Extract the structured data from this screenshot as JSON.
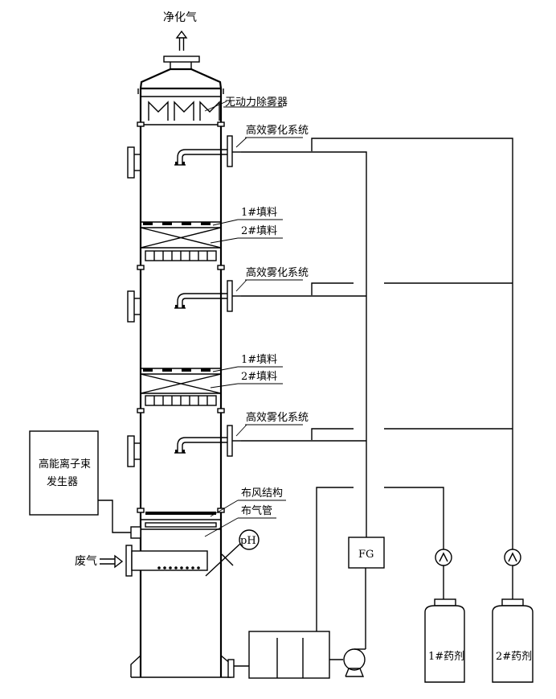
{
  "labels": {
    "clean_gas": "净化气",
    "demister": "无动力除雾器",
    "atomizer_1": "高效雾化系统",
    "atomizer_2": "高效雾化系统",
    "atomizer_3": "高效雾化系统",
    "packing1_a": "1#填料",
    "packing2_a": "2#填料",
    "packing1_b": "1#填料",
    "packing2_b": "2#填料",
    "distributor": "布风结构",
    "gas_pipe": "布气管",
    "ion_generator_line1": "高能离子束",
    "ion_generator_line2": "发生器",
    "waste_gas": "废气",
    "ph": "pH",
    "fg": "FG",
    "chem1": "1#药剂",
    "chem2": "2#药剂"
  }
}
